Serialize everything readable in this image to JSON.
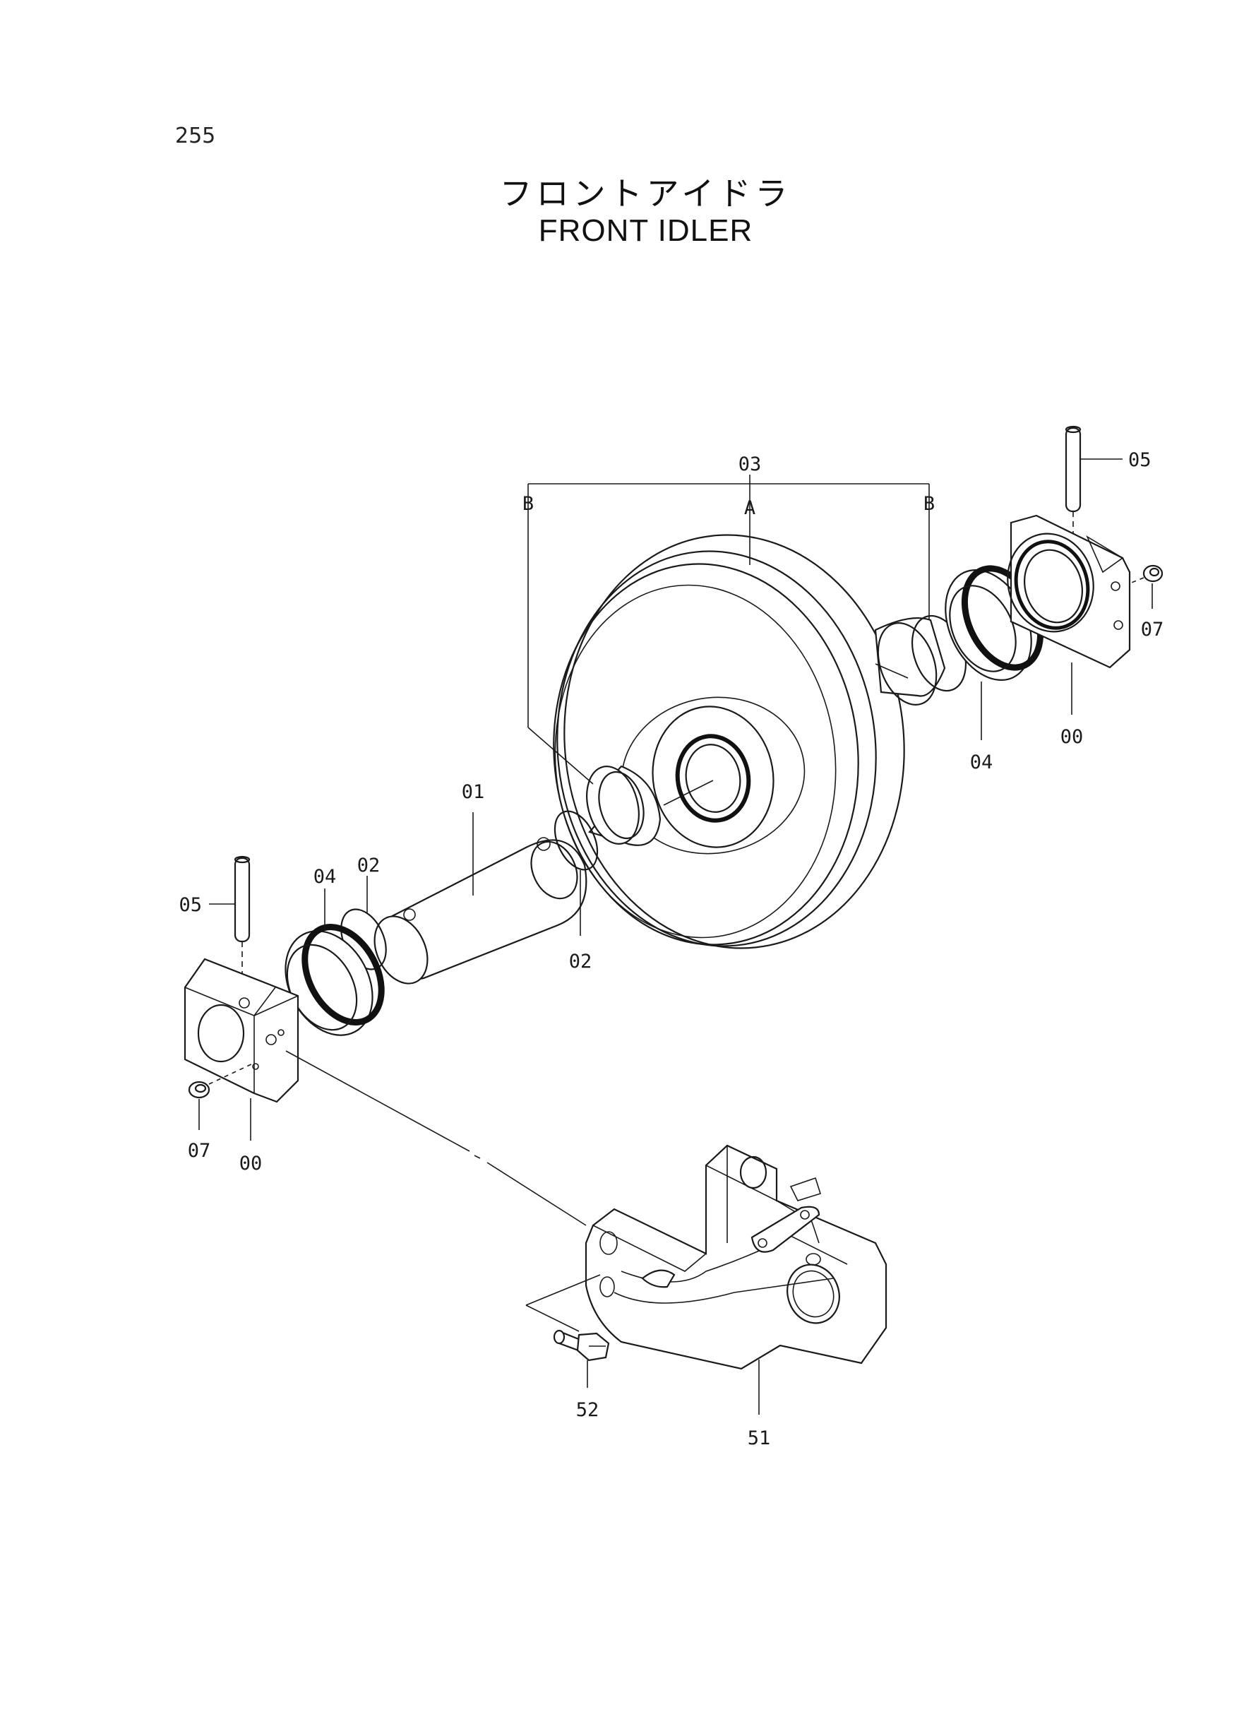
{
  "page": {
    "number": "255",
    "title_jp": "フロントアイドラ",
    "title_en": "FRONT IDLER"
  },
  "callouts": {
    "idler_assembly": "03",
    "idler_wheel": "A",
    "bushing_left": "B",
    "bushing_right": "B",
    "shaft": "01",
    "o_ring_upper": "02",
    "o_ring_lower": "02",
    "seal_left": "04",
    "seal_right": "04",
    "pin_left": "05",
    "pin_right": "05",
    "plug_left": "07",
    "plug_right": "07",
    "support_left": "00",
    "support_right": "00",
    "yoke": "51",
    "bolt": "52"
  }
}
